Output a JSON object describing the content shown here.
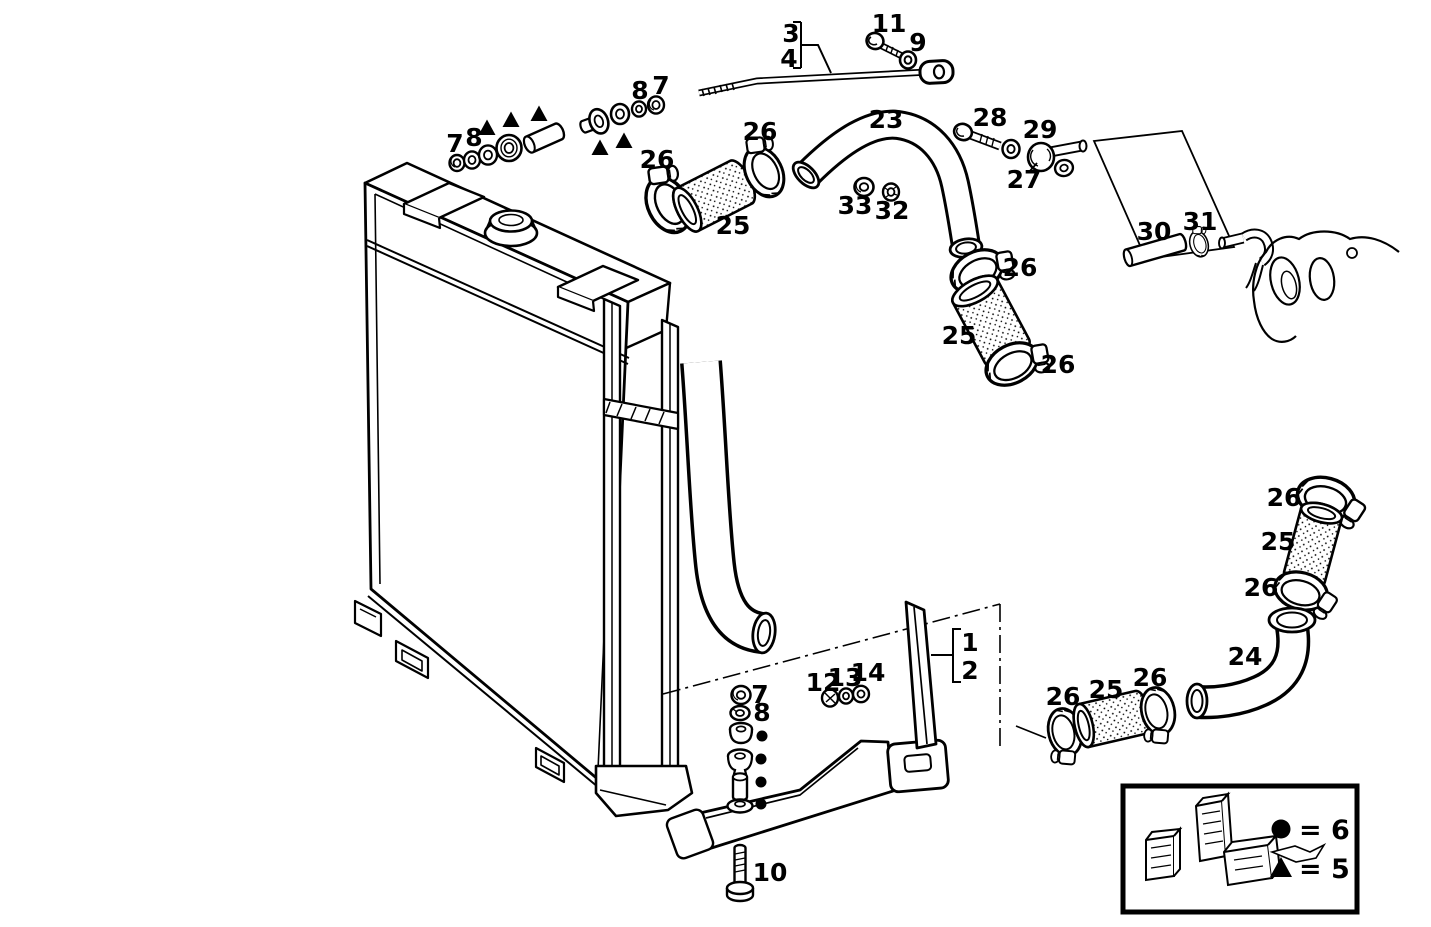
{
  "figure": {
    "background_color": "#ffffff",
    "line_color": "#000000"
  },
  "callouts": [
    {
      "part": "stay-rod-upper",
      "text": "3"
    },
    {
      "part": "stay-rod-lower",
      "text": "4"
    },
    {
      "part": "stay-bolt",
      "text": "11"
    },
    {
      "part": "stay-washer",
      "text": "9"
    },
    {
      "part": "mount-nut-top-left",
      "text": "7"
    },
    {
      "part": "mount-washer-top-left",
      "text": "8"
    },
    {
      "part": "mount-washer-top-mid",
      "text": "8"
    },
    {
      "part": "mount-nut-top-mid",
      "text": "7"
    },
    {
      "part": "clamp-upper-hose-left",
      "text": "26"
    },
    {
      "part": "upper-hose",
      "text": "25"
    },
    {
      "part": "clamp-upper-hose-right",
      "text": "26"
    },
    {
      "part": "upper-pipe",
      "text": "23"
    },
    {
      "part": "nut-33",
      "text": "33"
    },
    {
      "part": "washer-32",
      "text": "32"
    },
    {
      "part": "bolt-28",
      "text": "28"
    },
    {
      "part": "washer-29",
      "text": "29"
    },
    {
      "part": "plug-27",
      "text": "27"
    },
    {
      "part": "clamp-mid-hose-upper",
      "text": "26"
    },
    {
      "part": "mid-hose",
      "text": "25"
    },
    {
      "part": "clamp-mid-hose-lower",
      "text": "26"
    },
    {
      "part": "breather-hose",
      "text": "30"
    },
    {
      "part": "breather-clamp",
      "text": "31"
    },
    {
      "part": "clamp-right-hose-upper",
      "text": "26"
    },
    {
      "part": "right-hose",
      "text": "25"
    },
    {
      "part": "clamp-right-hose-lower",
      "text": "26"
    },
    {
      "part": "lower-pipe",
      "text": "24"
    },
    {
      "part": "clamp-lower-hose-left",
      "text": "26"
    },
    {
      "part": "lower-hose",
      "text": "25"
    },
    {
      "part": "clamp-lower-hose-right",
      "text": "26"
    },
    {
      "part": "bracket-group-upper",
      "text": "1"
    },
    {
      "part": "bracket-group-lower",
      "text": "2"
    },
    {
      "part": "bracket-screw",
      "text": "12"
    },
    {
      "part": "bracket-washer",
      "text": "13"
    },
    {
      "part": "bracket-nut",
      "text": "14"
    },
    {
      "part": "mount-nut-lower",
      "text": "7"
    },
    {
      "part": "mount-washer-lower",
      "text": "8"
    },
    {
      "part": "mount-bolt",
      "text": "10"
    }
  ],
  "legend": {
    "dot_symbol": "●",
    "dot_value": "= 6",
    "triangle_symbol": "▲",
    "triangle_value": "= 5",
    "triangle_marker_count": 5,
    "dot_marker_count": 4
  }
}
